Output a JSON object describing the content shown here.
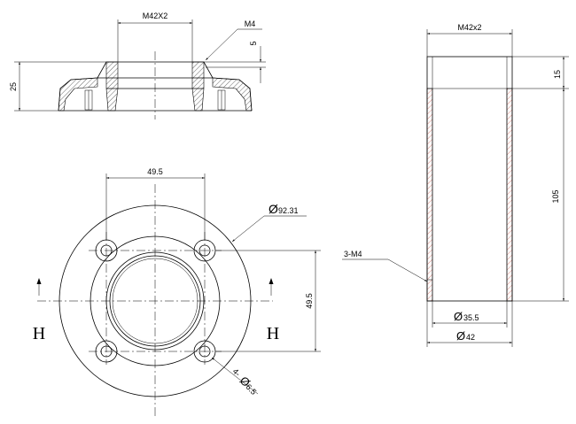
{
  "labels": {
    "top_thread": "M42X2",
    "top_screw": "M4",
    "top_depth": "5",
    "top_height": "25",
    "plan_spacing": "49.5",
    "plan_diameter": "92.31",
    "plan_vertical": "49.5",
    "plan_holes": "4-",
    "plan_hole_dia": "6.5",
    "section_left": "H",
    "section_right": "H",
    "tube_thread": "M42x2",
    "tube_top": "15",
    "tube_length": "105",
    "tube_screw": "3-M4",
    "tube_inner": "35.5",
    "tube_outer": "42"
  },
  "symbols": {
    "diameter": "Ø"
  },
  "colors": {
    "line": "#000000",
    "hatch_red": "#c0392b"
  }
}
